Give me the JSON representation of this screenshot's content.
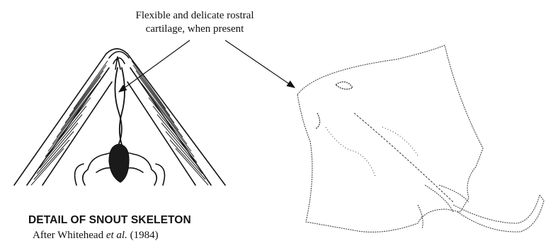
{
  "callout": {
    "line1": "Flexible and delicate rostral",
    "line2": "cartilage, when present"
  },
  "caption": {
    "title": "DETAIL OF SNOUT SKELETON",
    "credit_prefix": "After Whitehead ",
    "credit_etal": "et al.",
    "credit_suffix": " (1984)"
  }
}
